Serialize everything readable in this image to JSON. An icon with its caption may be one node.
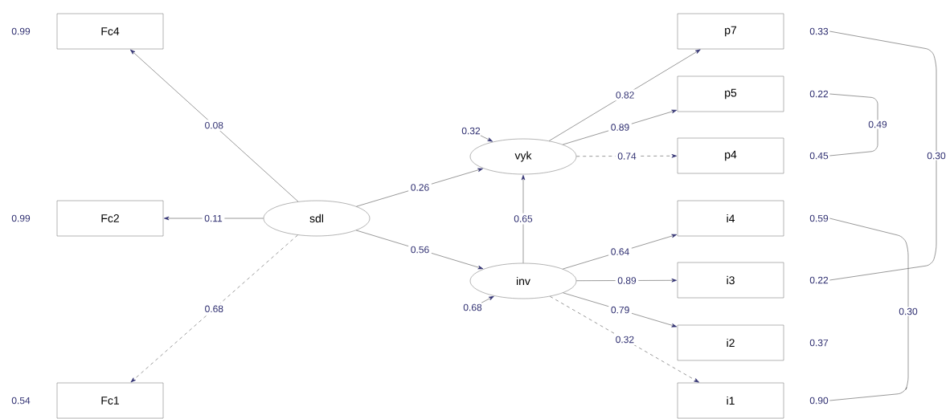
{
  "diagram": {
    "nodes": [
      {
        "text": [
          "Fc4"
        ]
      },
      {
        "text": [
          "Fc2"
        ]
      },
      {
        "text": [
          "Fc1"
        ]
      },
      {
        "text": [
          "sdl"
        ]
      },
      {
        "text": [
          "vyk"
        ]
      },
      {
        "text": [
          "inv"
        ]
      },
      {
        "text": [
          "p7"
        ]
      },
      {
        "text": [
          "p5"
        ]
      },
      {
        "text": [
          "p4"
        ]
      },
      {
        "text": [
          "i4"
        ]
      },
      {
        "text": [
          "i3"
        ]
      },
      {
        "text": [
          "i2"
        ]
      },
      {
        "text": [
          "i1"
        ]
      },
      {
        "text": [
          "0.99"
        ]
      },
      {
        "text": [
          "0.99"
        ]
      },
      {
        "text": [
          "0.54"
        ]
      },
      {
        "text": [
          "0.33"
        ]
      },
      {
        "text": [
          "0.22"
        ]
      },
      {
        "text": [
          "0.45"
        ]
      },
      {
        "text": [
          "0.59"
        ]
      },
      {
        "text": [
          "0.22"
        ]
      },
      {
        "text": [
          "0.37"
        ]
      },
      {
        "text": [
          "0.90"
        ]
      },
      {
        "text": [
          "0.32"
        ]
      },
      {
        "text": [
          "0.68"
        ]
      }
    ],
    "edges": [
      {
        "from": 3,
        "to": 0,
        "arrow": "to",
        "label": "0.08"
      },
      {
        "from": 3,
        "to": 1,
        "arrow": "to",
        "label": "0.11"
      },
      {
        "from": 3,
        "to": 2,
        "arrow": "to",
        "label": "0.68",
        "style": "dashed"
      },
      {
        "from": 3,
        "to": 4,
        "arrow": "to",
        "label": "0.26"
      },
      {
        "from": 3,
        "to": 5,
        "arrow": "to",
        "label": "0.56"
      },
      {
        "from": 5,
        "to": 4,
        "arrow": "to",
        "label": "0.65"
      },
      {
        "from": 4,
        "to": 6,
        "arrow": "to",
        "label": "0.82"
      },
      {
        "from": 4,
        "to": 7,
        "arrow": "to",
        "label": "0.89"
      },
      {
        "from": 4,
        "to": 8,
        "arrow": "to",
        "label": "0.74",
        "style": "dashed"
      },
      {
        "from": 5,
        "to": 9,
        "arrow": "to",
        "label": "0.64"
      },
      {
        "from": 5,
        "to": 10,
        "arrow": "to",
        "label": "0.89"
      },
      {
        "from": 5,
        "to": 11,
        "arrow": "to",
        "label": "0.79"
      },
      {
        "from": 5,
        "to": 12,
        "arrow": "to",
        "label": "0.32",
        "style": "dashed"
      },
      {
        "from": 23,
        "to": 4,
        "arrow": "to"
      },
      {
        "from": 24,
        "to": 5,
        "arrow": "to"
      },
      {
        "from": 17,
        "to": 18,
        "arrow": "none",
        "label": "0.49"
      },
      {
        "from": 16,
        "to": 20,
        "arrow": "none",
        "label": "0.30"
      },
      {
        "from": 19,
        "to": 22,
        "arrow": "none",
        "label": "0.30"
      }
    ]
  }
}
